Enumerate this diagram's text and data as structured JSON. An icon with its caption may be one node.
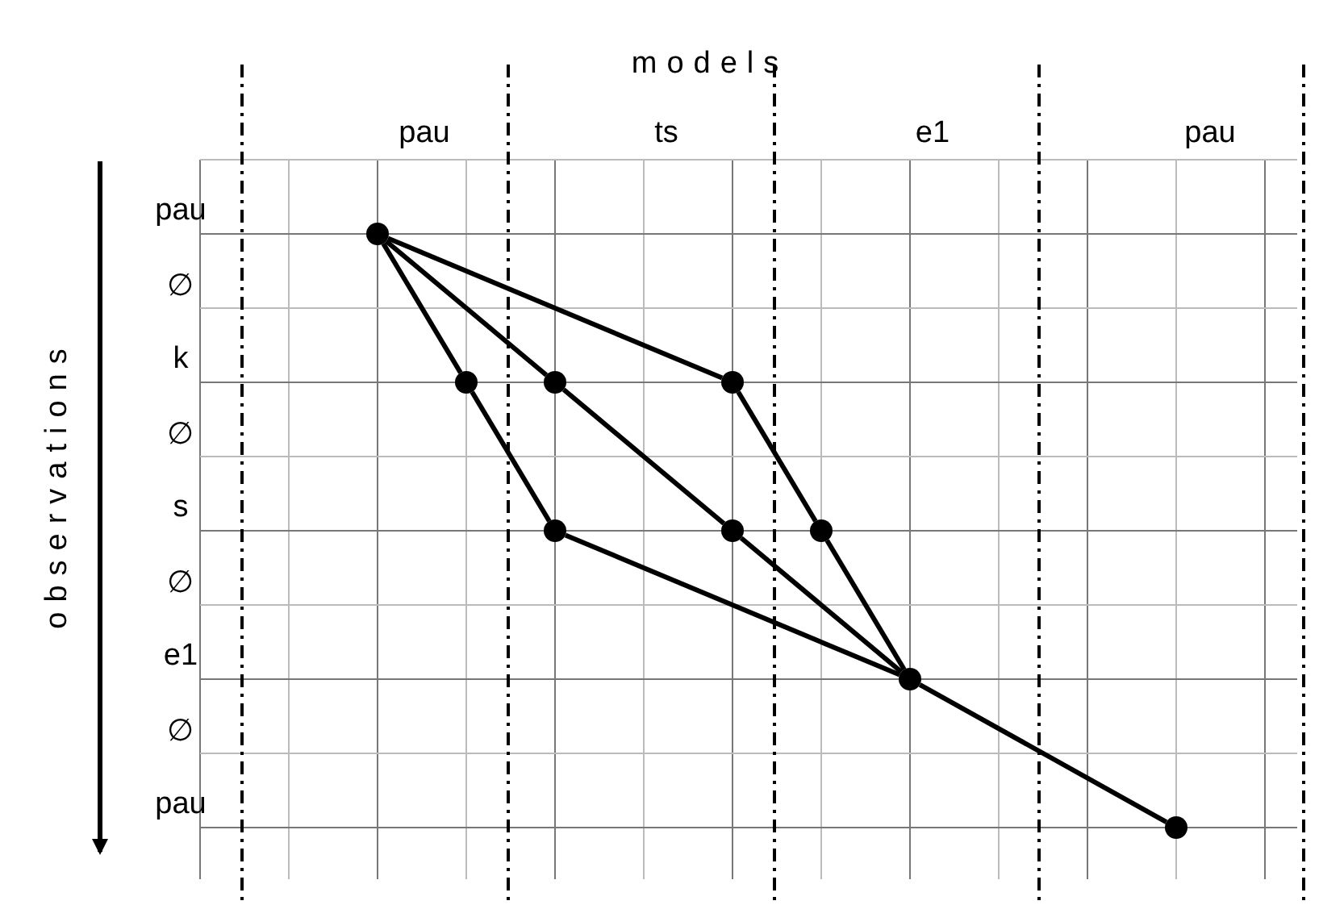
{
  "diagram": {
    "nodes": [
      {
        "text": [],
        "shape": "circle"
      },
      {
        "text": [],
        "shape": "circle"
      },
      {
        "text": [],
        "shape": "circle"
      },
      {
        "text": [],
        "shape": "circle"
      },
      {
        "text": [],
        "shape": "circle"
      },
      {
        "text": [],
        "shape": "circle"
      },
      {
        "text": [],
        "shape": "circle"
      },
      {
        "text": [],
        "shape": "circle"
      },
      {
        "text": [],
        "shape": "circle"
      }
    ],
    "edges": [
      {
        "from": 0,
        "to": 1,
        "arrow": "none"
      },
      {
        "from": 0,
        "to": 2,
        "arrow": "none"
      },
      {
        "from": 0,
        "to": 3,
        "arrow": "none"
      },
      {
        "from": 1,
        "to": 4,
        "arrow": "none"
      },
      {
        "from": 2,
        "to": 5,
        "arrow": "none"
      },
      {
        "from": 3,
        "to": 6,
        "arrow": "none"
      },
      {
        "from": 4,
        "to": 7,
        "arrow": "none"
      },
      {
        "from": 5,
        "to": 7,
        "arrow": "none"
      },
      {
        "from": 6,
        "to": 7,
        "arrow": "none"
      },
      {
        "from": 7,
        "to": 8,
        "arrow": "none"
      }
    ],
    "labels": [
      "models",
      "pau",
      "ts",
      "e1",
      "pau",
      "observations",
      "pau",
      "∅",
      "k",
      "∅",
      "s",
      "∅",
      "e1",
      "∅",
      "pau"
    ]
  }
}
